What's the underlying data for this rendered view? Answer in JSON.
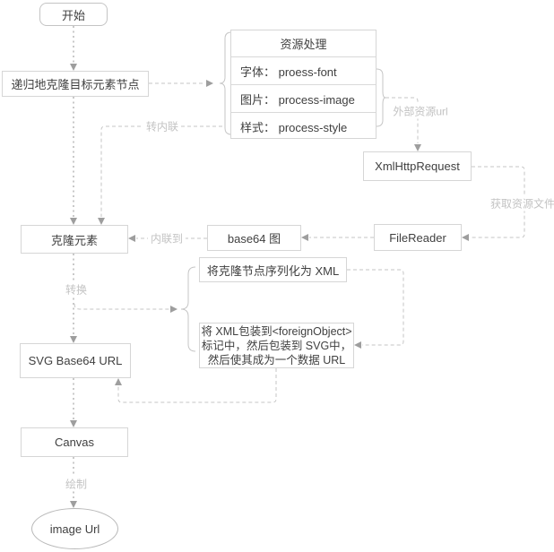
{
  "nodes": {
    "start": {
      "label": "开始"
    },
    "clone_recursive": {
      "label": "递归地克隆目标元素节点"
    },
    "resource_table": {
      "title": "资源处理",
      "rows": [
        {
          "text": "字体： proess-font"
        },
        {
          "text": "图片： process-image"
        },
        {
          "text": "样式： process-style"
        }
      ]
    },
    "xml_http_request": {
      "label": "XmlHttpRequest"
    },
    "file_reader": {
      "label": "FileReader"
    },
    "base64_image": {
      "label": "base64 图"
    },
    "clone_element": {
      "label": "克隆元素"
    },
    "serialize_xml": {
      "label": "将克隆节点序列化为 XML"
    },
    "wrap_foreign_object": {
      "label": [
        "将 XML包装到<foreignObject>",
        "标记中，然后包装到 SVG中，",
        "然后使其成为一个数据 URL"
      ]
    },
    "svg_base64_url": {
      "label": "SVG Base64 URL"
    },
    "canvas": {
      "label": "Canvas"
    },
    "image_url": {
      "label": "image Url"
    }
  },
  "edge_labels": {
    "to_inline": "转内联",
    "external_resource_url": "外部资源url",
    "fetch_resource_file": "获取资源文件",
    "inline_to": "内联到",
    "convert": "转换",
    "draw": "绘制"
  },
  "colors": {
    "background": "#ffffff",
    "node_border": "#d6d6d6",
    "node_text": "#404040",
    "edge_line": "#c6c6c6",
    "arrow_fill": "#9e9e9e",
    "edge_label_text": "#c3c3c3"
  }
}
